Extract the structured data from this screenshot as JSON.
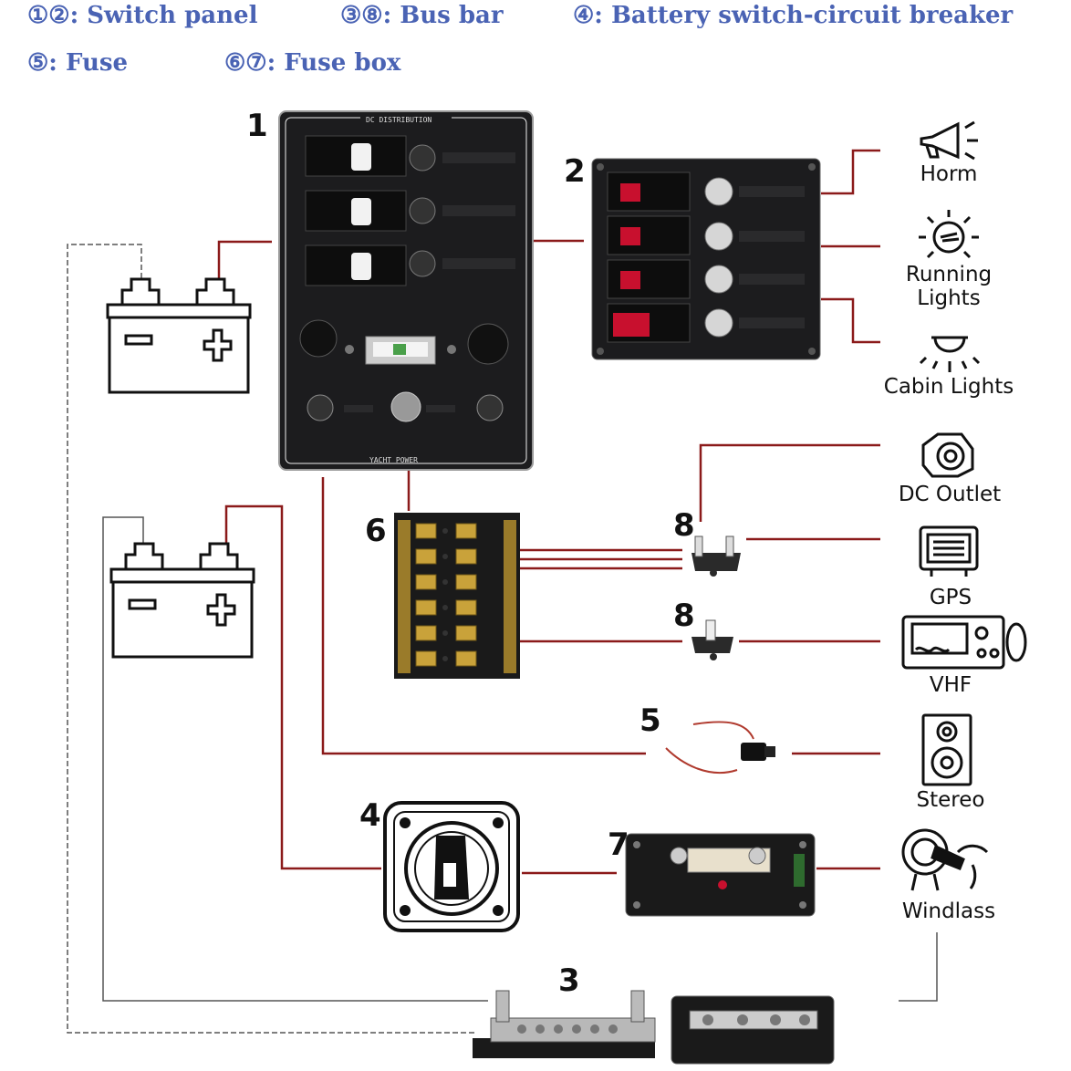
{
  "legend": [
    "①②: Switch panel",
    "③⑧: Bus bar",
    "④: Battery switch-circuit breaker",
    "⑤: Fuse",
    "⑥⑦: Fuse box"
  ],
  "numbers": [
    "1",
    "2",
    "6",
    "8",
    "8",
    "5",
    "4",
    "7",
    "3"
  ],
  "devices": [
    "Horm",
    "Running\nLights",
    "Cabin Lights",
    "DC Outlet",
    "GPS",
    "VHF",
    "Stereo",
    "Windlass"
  ],
  "colors": {
    "legend": "#4a63b4",
    "wire": "#8b1a1a",
    "panel": "#1c1c1e"
  }
}
